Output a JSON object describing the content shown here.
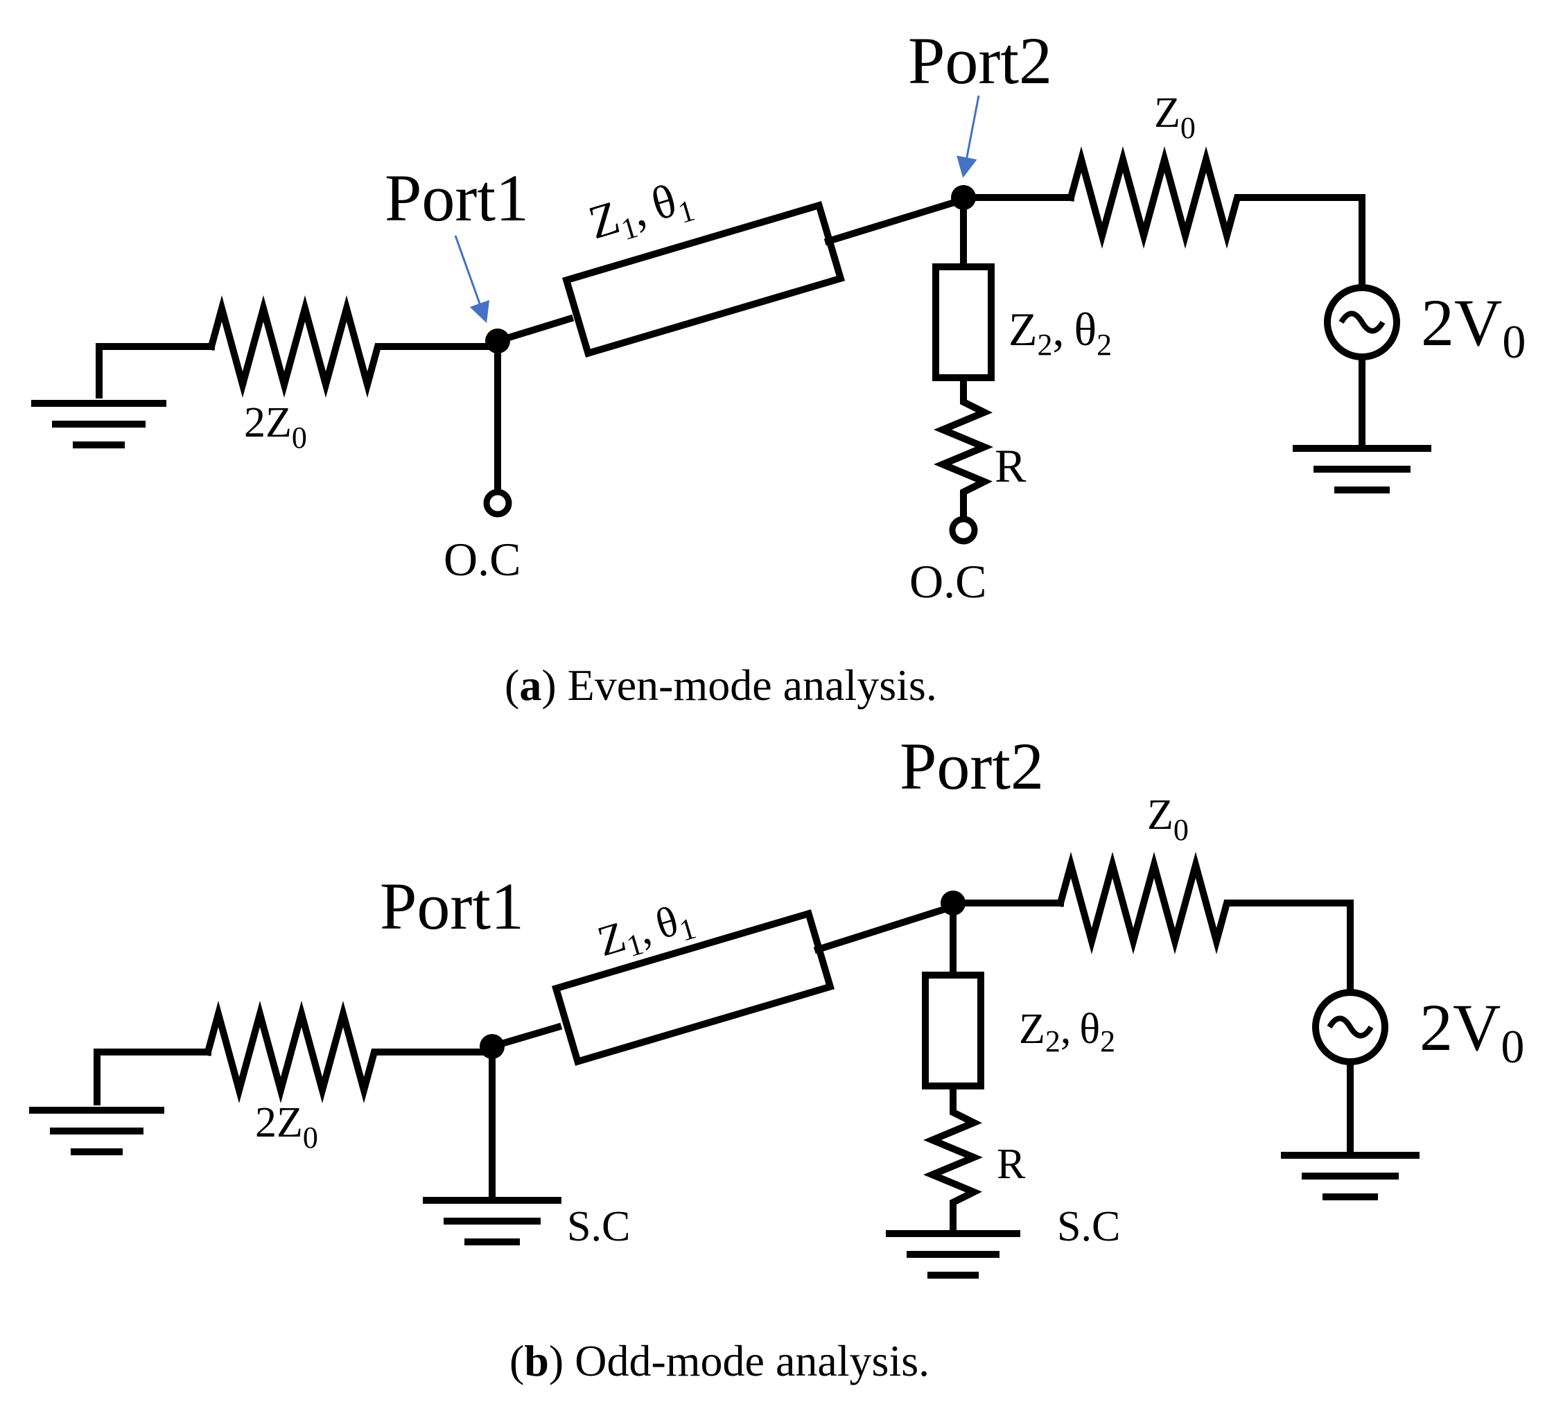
{
  "panel_a": {
    "port1": "Port1",
    "port2": "Port2",
    "line1": {
      "z": "Z",
      "z_sub": "1",
      "sep": ",",
      "theta": "θ",
      "theta_sub": "1"
    },
    "line2": {
      "z": "Z",
      "z_sub": "2",
      "sep": ",",
      "theta": "θ",
      "theta_sub": "2"
    },
    "load_left": {
      "main": "2Z",
      "sub": "0"
    },
    "load_right": {
      "main": "Z",
      "sub": "0"
    },
    "source": {
      "main": "2V",
      "sub": "0"
    },
    "resistor": "R",
    "term_port1": "O.C",
    "term_stub": "O.C",
    "caption_tag": "a",
    "caption_text": "Even-mode analysis.",
    "accent_color": "#4472C4"
  },
  "panel_b": {
    "port1": "Port1",
    "port2": "Port2",
    "line1": {
      "z": "Z",
      "z_sub": "1",
      "sep": ",",
      "theta": "θ",
      "theta_sub": "1"
    },
    "line2": {
      "z": "Z",
      "z_sub": "2",
      "sep": ",",
      "theta": "θ",
      "theta_sub": "2"
    },
    "load_left": {
      "main": "2Z",
      "sub": "0"
    },
    "load_right": {
      "main": "Z",
      "sub": "0"
    },
    "source": {
      "main": "2V",
      "sub": "0"
    },
    "resistor": "R",
    "term_port1": "S.C",
    "term_stub": "S.C",
    "caption_tag": "b",
    "caption_text": "Odd-mode analysis."
  }
}
